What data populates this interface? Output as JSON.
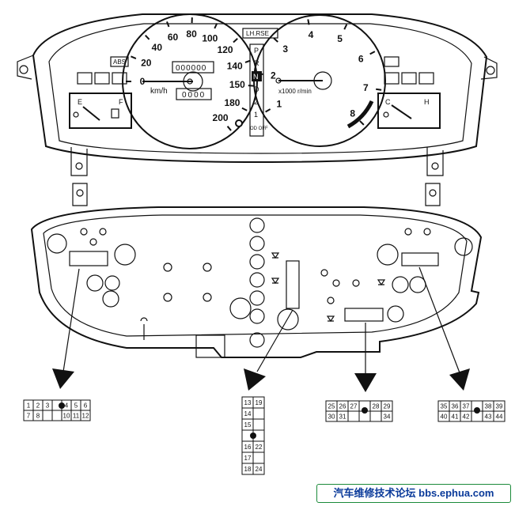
{
  "speedometer": {
    "scale": [
      "0",
      "20",
      "40",
      "60",
      "80",
      "100",
      "120",
      "140",
      "150",
      "180",
      "200"
    ],
    "unit": "km/h",
    "odometer": "000000",
    "trip": "0000"
  },
  "tachometer": {
    "scale": [
      "1",
      "2",
      "3",
      "4",
      "5",
      "6",
      "7",
      "8"
    ],
    "unit": "x1000 r/min"
  },
  "fuel_gauge": {
    "empty": "E",
    "full": "F"
  },
  "temp_gauge": {
    "cold": "C",
    "hot": "H"
  },
  "indicators": {
    "abs": "ABS",
    "lh_rse": "LH.RSE"
  },
  "gear_indicator": [
    "P",
    "R",
    "N",
    "D",
    "2",
    "1",
    "OD OFF"
  ],
  "connectors": [
    {
      "name": "connector-a",
      "top": [
        "1",
        "2",
        "3",
        "",
        "4",
        "5",
        "6"
      ],
      "bottom": [
        "7",
        "8",
        "",
        "",
        "10",
        "11",
        "12"
      ]
    },
    {
      "name": "connector-b",
      "rows": [
        [
          "13",
          "19"
        ],
        [
          "14",
          ""
        ],
        [
          "15",
          ""
        ],
        [
          "",
          ""
        ],
        [
          "16",
          "22"
        ],
        [
          "17",
          ""
        ],
        [
          "18",
          "24"
        ]
      ]
    },
    {
      "name": "connector-c",
      "top": [
        "25",
        "26",
        "27",
        "",
        "28",
        "29"
      ],
      "bottom": [
        "30",
        "31",
        "",
        "",
        "",
        "34"
      ]
    },
    {
      "name": "connector-d",
      "top": [
        "35",
        "36",
        "37",
        "",
        "38",
        "39"
      ],
      "bottom": [
        "40",
        "41",
        "42",
        "",
        "43",
        "44"
      ]
    }
  ],
  "footer": "汽车维修技术论坛 bbs.ephua.com"
}
